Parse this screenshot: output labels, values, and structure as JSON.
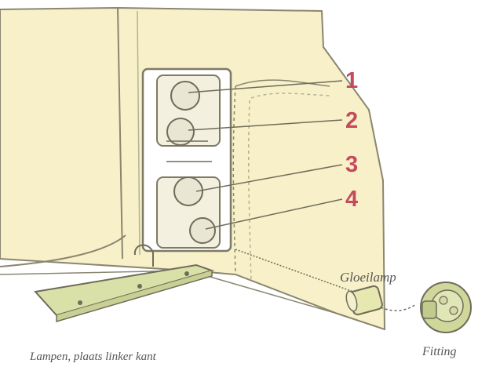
{
  "callouts": [
    {
      "number": "1"
    },
    {
      "number": "2"
    },
    {
      "number": "3"
    },
    {
      "number": "4"
    }
  ],
  "labels": {
    "bulb": "Gloeilamp",
    "socket": "Fitting",
    "caption": "Lampen, plaats linker kant"
  },
  "colors": {
    "callout_number": "#c44a5c",
    "panel_fill": "#f7f0c8",
    "housing_fill": "#eef1c4",
    "line": "#7d7a66"
  }
}
